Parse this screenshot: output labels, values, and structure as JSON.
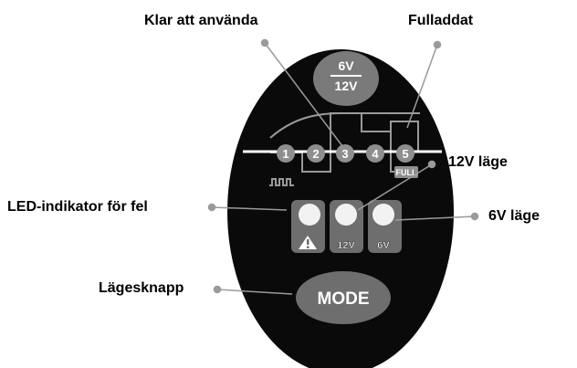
{
  "callouts": {
    "ready": "Klar att använda",
    "full_charged": "Fulladdat",
    "mode_12v": "12V läge",
    "fault_led": "LED-indikator för fel",
    "mode_6v": "6V läge",
    "mode_button": "Lägesknapp"
  },
  "device": {
    "voltage_top": "6V",
    "voltage_bottom": "12V",
    "steps": [
      "1",
      "2",
      "3",
      "4",
      "5"
    ],
    "full_label": "FULL",
    "fault_icon": "warning-triangle-icon",
    "led_12v_label": "12V",
    "led_6v_label": "6V",
    "mode_button_label": "MODE"
  },
  "colors": {
    "body": "#0a0a0a",
    "led": "#f2f2f2",
    "mode_button": "#6e6e6e",
    "step_dot": "#8e8e8e",
    "leader": "#9a9a9a"
  }
}
